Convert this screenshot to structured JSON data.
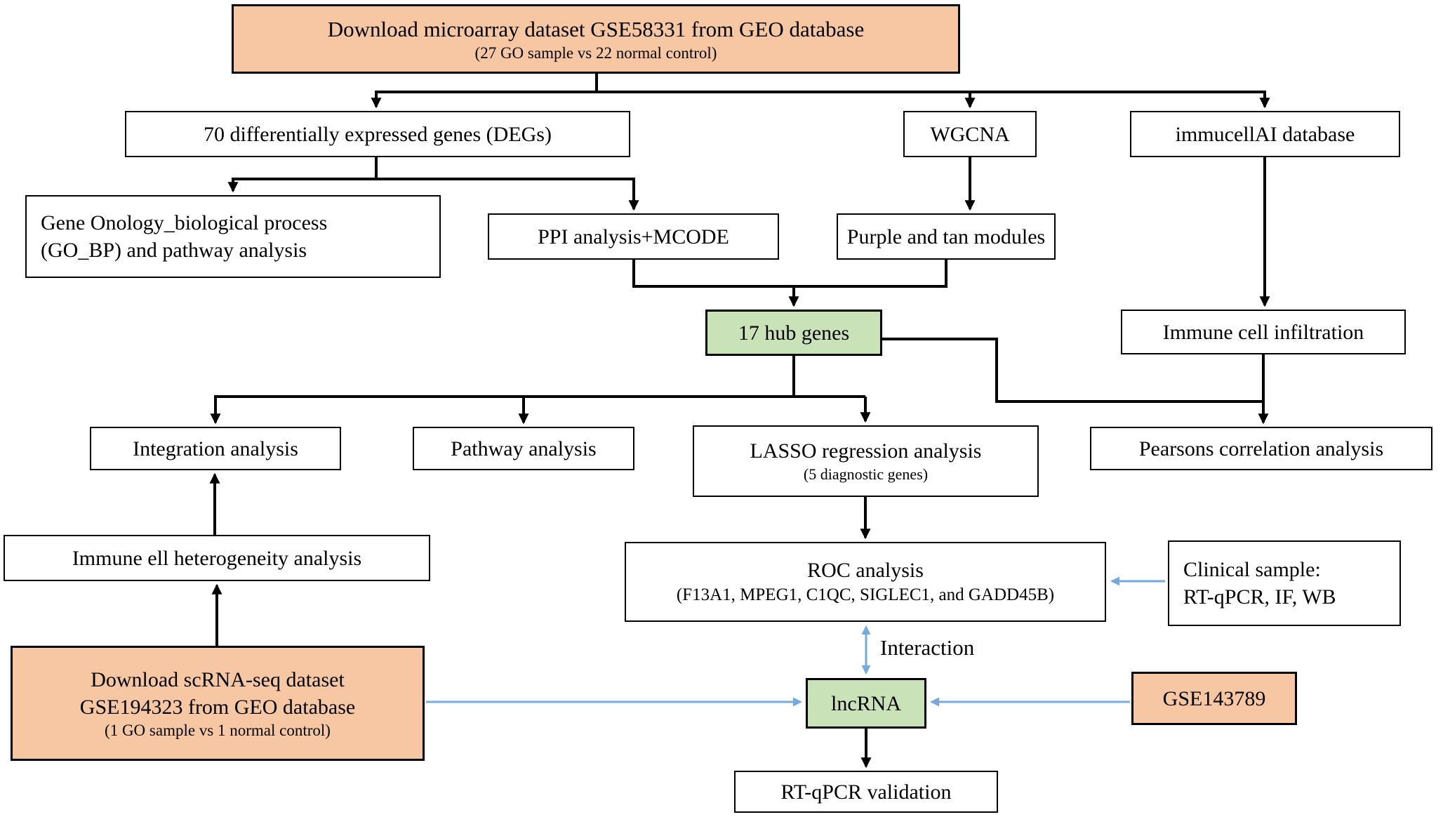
{
  "colors": {
    "orange": "#F7C7A3",
    "green": "#C9E2B8",
    "blue": "#76A9DE",
    "line": "#000000"
  },
  "nodes": {
    "microarray": {
      "title": "Download microarray dataset GSE58331 from GEO database",
      "subtitle": "(27 GO sample vs 22 normal control)"
    },
    "degs": {
      "title": "70 differentially expressed genes (DEGs)"
    },
    "wgcna": {
      "title": "WGCNA"
    },
    "immucellai": {
      "title": "immucellAI database"
    },
    "gobp": {
      "line1": "Gene Onology_biological process",
      "line2": "(GO_BP) and pathway analysis"
    },
    "ppi": {
      "title": "PPI analysis+MCODE"
    },
    "modules": {
      "title": "Purple and tan modules"
    },
    "hub": {
      "title": "17 hub genes"
    },
    "infiltration": {
      "title": "Immune cell infiltration"
    },
    "integration": {
      "title": "Integration analysis"
    },
    "pathway": {
      "title": "Pathway analysis"
    },
    "lasso": {
      "title": "LASSO regression analysis",
      "subtitle": "(5 diagnostic genes)"
    },
    "pearsons": {
      "title": "Pearsons correlation analysis"
    },
    "heterogeneity": {
      "title": "Immune ell heterogeneity analysis"
    },
    "roc": {
      "title": "ROC analysis",
      "subtitle": "(F13A1, MPEG1, C1QC, SIGLEC1, and GADD45B)"
    },
    "clinical": {
      "line1": "Clinical sample:",
      "line2": "RT-qPCR, IF, WB"
    },
    "scrna": {
      "line1": "Download scRNA-seq dataset",
      "line2": "GSE194323 from GEO database",
      "subtitle": "(1 GO sample vs 1 normal control)"
    },
    "lncrna": {
      "title": "lncRNA"
    },
    "gse143789": {
      "title": "GSE143789"
    },
    "rtqpcr": {
      "title": "RT-qPCR validation"
    }
  },
  "labels": {
    "interaction": "Interaction"
  }
}
